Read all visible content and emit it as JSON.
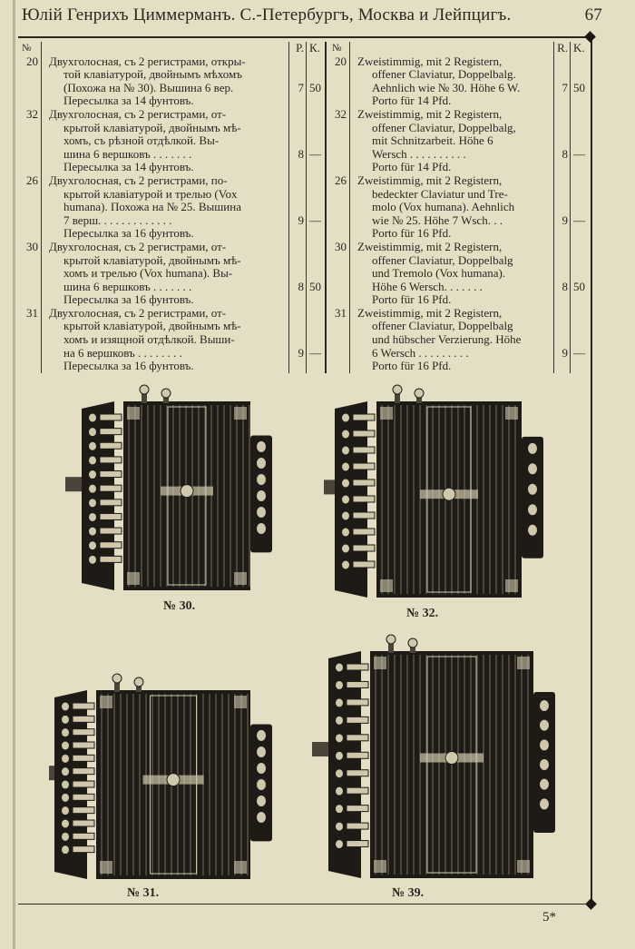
{
  "header": {
    "title": "Юлiй Генрихъ Циммерманъ. С.-Петербургъ, Москва и Лейпцигъ.",
    "page_number": "67"
  },
  "table_left": {
    "columns": {
      "num": "№",
      "rub": "Р.",
      "kop": "К."
    },
    "entries": [
      {
        "num": "20",
        "price_line": 2,
        "rub": "7",
        "kop": "50",
        "lines": [
          "Двухголосная, съ 2 регистрами, откры-",
          "той клавiатурой, двойнымъ мѣхомъ",
          "(Похожа на № 30). Вышина 6 вер.",
          "Пересылка за 14 фунтовъ."
        ]
      },
      {
        "num": "32",
        "price_line": 3,
        "rub": "8",
        "kop": "—",
        "lines": [
          "Двухголосная, съ 2 регистрами, от-",
          "крытой клавiатурой, двойнымъ мѣ-",
          "хомъ, съ рѣзной отдѣлкой. Вы-",
          "шина 6 вершковъ . . . . . . .",
          "Пересылка за 14 фунтовъ."
        ]
      },
      {
        "num": "26",
        "price_line": 3,
        "rub": "9",
        "kop": "—",
        "lines": [
          "Двухголосная, съ 2 регистрами, по-",
          "крытой клавiатурой и трелью (Vox",
          "humana). Похожа на № 25. Вышина",
          "7 верш. . . . . . . . . . . . .",
          "Пересылка за 16 фунтовъ."
        ]
      },
      {
        "num": "30",
        "price_line": 3,
        "rub": "8",
        "kop": "50",
        "lines": [
          "Двухголосная, съ 2 регистрами, от-",
          "крытой клавiатурой, двойнымъ мѣ-",
          "хомъ и трелью (Vox humana). Вы-",
          "шина 6 вершковъ . . . . . . .",
          "Пересылка за 16 фунтовъ."
        ]
      },
      {
        "num": "31",
        "price_line": 3,
        "rub": "9",
        "kop": "—",
        "lines": [
          "Двухголосная, съ 2 регистрами, от-",
          "крытой клавiатурой, двойнымъ мѣ-",
          "хомъ и изящной отдѣлкой. Выши-",
          "на 6 вершковъ . . . . . . . .",
          "Пересылка за 16 фунтовъ."
        ]
      }
    ]
  },
  "table_right": {
    "columns": {
      "num": "№",
      "rub": "R.",
      "kop": "K."
    },
    "entries": [
      {
        "num": "20",
        "price_line": 2,
        "rub": "7",
        "kop": "50",
        "lines": [
          "Zweistimmig, mit 2 Registern,",
          "offener Claviatur, Doppelbalg.",
          "Aehnlich wie № 30. Höhe 6 W.",
          "Porto für 14 Pfd."
        ]
      },
      {
        "num": "32",
        "price_line": 3,
        "rub": "8",
        "kop": "—",
        "lines": [
          "Zweistimmig, mit 2 Registern,",
          "offener Claviatur, Doppelbalg,",
          "mit Schnitzarbeit. Höhe 6",
          "Wersch . . . . . . . . . .",
          "Porto für 14 Pfd."
        ]
      },
      {
        "num": "26",
        "price_line": 3,
        "rub": "9",
        "kop": "—",
        "lines": [
          "Zweistimmig, mit 2 Registern,",
          "bedeckter Claviatur und Tre-",
          "molo (Vox humana). Aehnlich",
          "wie № 25. Höhe 7 Wsch. . .",
          "Porto für 16 Pfd."
        ]
      },
      {
        "num": "30",
        "price_line": 3,
        "rub": "8",
        "kop": "50",
        "lines": [
          "Zweistimmig, mit 2 Registern,",
          "offener Claviatur, Doppelbalg",
          "und Tremolo (Vox humana).",
          "Höhe 6 Wersch. . . . . . .",
          "Porto für 16 Pfd."
        ]
      },
      {
        "num": "31",
        "price_line": 3,
        "rub": "9",
        "kop": "—",
        "lines": [
          "Zweistimmig, mit 2 Registern,",
          "offener Claviatur, Doppelbalg",
          "und hübscher Verzierung. Höhe",
          "6 Wersch . . . . . . . . .",
          "Porto für 16 Pfd."
        ]
      }
    ]
  },
  "figures": [
    {
      "id": "fig30",
      "caption": "№ 30."
    },
    {
      "id": "fig32",
      "caption": "№ 32."
    },
    {
      "id": "fig31",
      "caption": "№ 31."
    },
    {
      "id": "fig39",
      "caption": "№ 39."
    }
  ],
  "footer": {
    "signature": "5*"
  },
  "colors": {
    "paper": "#e4dfc4",
    "ink": "#2a2620"
  }
}
